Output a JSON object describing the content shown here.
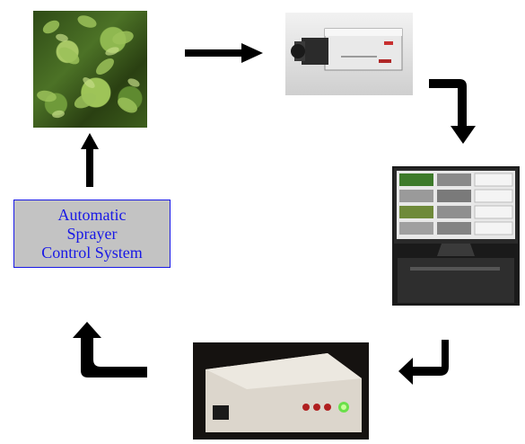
{
  "control_system": {
    "label": "Automatic\nSprayer\nControl System"
  },
  "colors": {
    "label_text": "#1818e6",
    "label_border": "#1818e6",
    "label_fill": "#c3c3c3",
    "arrow": "#000000"
  },
  "nodes": [
    {
      "name": "leaves-photo",
      "kind": "image"
    },
    {
      "name": "camera-photo",
      "kind": "image"
    },
    {
      "name": "monitor-photo",
      "kind": "image"
    },
    {
      "name": "control-box-photo",
      "kind": "image"
    },
    {
      "name": "sprayer-control-system",
      "kind": "label"
    }
  ],
  "edges": [
    {
      "from": "leaves-photo",
      "to": "camera-photo"
    },
    {
      "from": "camera-photo",
      "to": "monitor-photo"
    },
    {
      "from": "monitor-photo",
      "to": "control-box-photo"
    },
    {
      "from": "control-box-photo",
      "to": "sprayer-control-system"
    },
    {
      "from": "sprayer-control-system",
      "to": "leaves-photo"
    }
  ]
}
